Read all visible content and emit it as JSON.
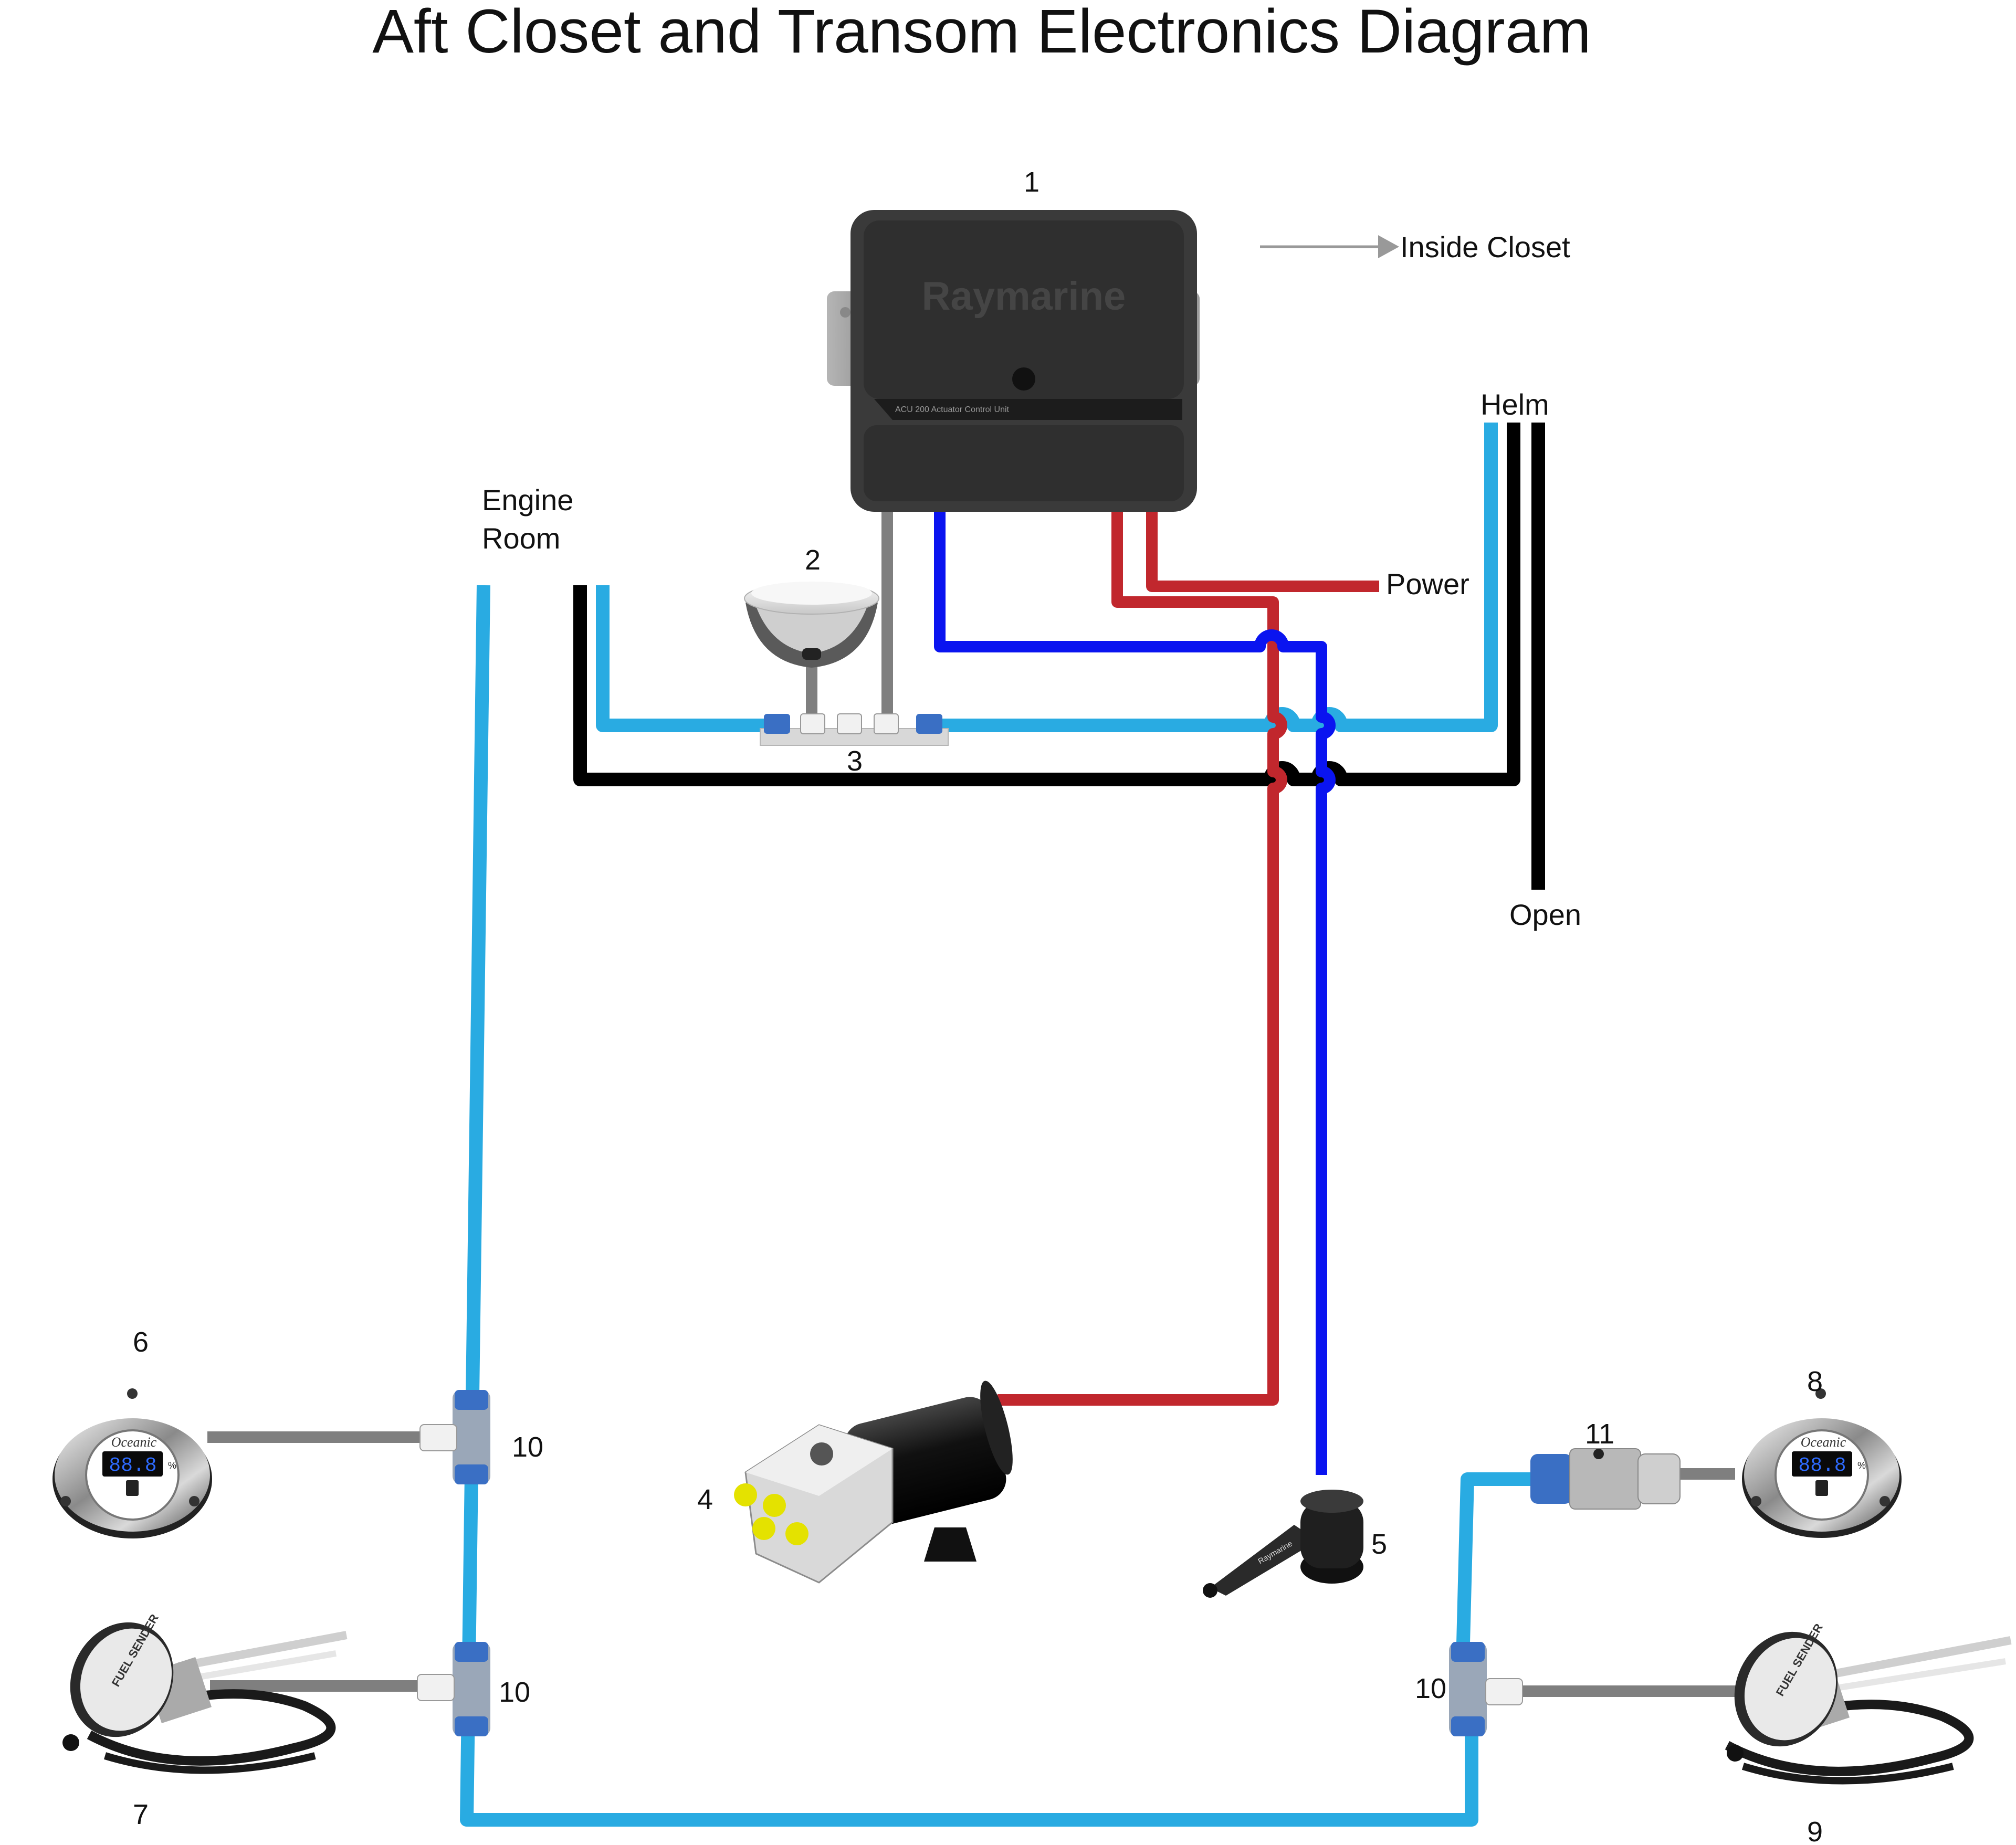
{
  "title": "Aft Closet and Transom Electronics Diagram",
  "labels": {
    "inside_closet": "Inside Closet",
    "helm": "Helm",
    "engine_room_line1": "Engine",
    "engine_room_line2": "Room",
    "power": "Power",
    "open": "Open"
  },
  "numbers": {
    "n1": "1",
    "n2": "2",
    "n3": "3",
    "n4": "4",
    "n5": "5",
    "n6": "6",
    "n7": "7",
    "n8": "8",
    "n9": "9",
    "n10a": "10",
    "n10b": "10",
    "n10c": "10",
    "n11": "11"
  },
  "device_text": {
    "acu_brand": "Raymarine",
    "acu_model": "ACU 200 Actuator Control Unit",
    "gauge_brand": "Oceanic",
    "gauge_display": "88.8",
    "gauge_unit": "%",
    "sender_label": "FUEL SENDER",
    "rudder_brand": "Raymarine"
  },
  "colors": {
    "seatalk_blue": "#29abe2",
    "signal_blue": "#0a14f0",
    "power_red": "#c1272d",
    "ground_black": "#000000",
    "drop_grey": "#7f7f7f",
    "connector_blue": "#3a6fc4"
  },
  "icons": [
    "acu-unit-icon",
    "compass-icon",
    "backbone-connector-icon",
    "pump-icon",
    "rudder-sensor-icon",
    "tank-gauge-icon",
    "fuel-sender-icon",
    "t-piece-icon",
    "adapter-cable-icon"
  ]
}
